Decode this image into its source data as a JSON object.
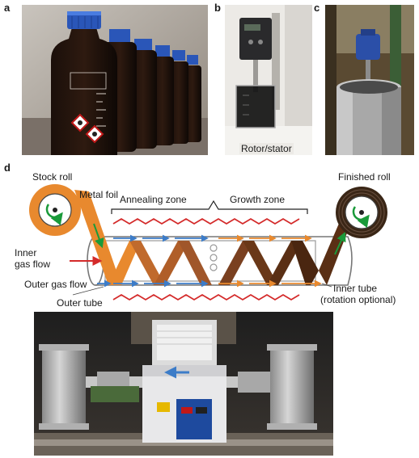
{
  "panels": {
    "a": {
      "label": "a"
    },
    "b": {
      "label": "b",
      "caption": "Rotor/stator"
    },
    "c": {
      "label": "c"
    },
    "d": {
      "label": "d",
      "labels": {
        "stock_roll": "Stock roll",
        "metal_foil": "Metal foil",
        "annealing_zone": "Annealing zone",
        "growth_zone": "Growth zone",
        "finished_roll": "Finished roll",
        "inner_gas_flow_1": "Inner",
        "inner_gas_flow_2": "gas flow",
        "outer_gas_flow": "Outer gas flow",
        "outer_tube": "Outer tube",
        "inner_tube_1": "Inner tube",
        "inner_tube_2": "(rotation optional)"
      }
    }
  },
  "colors": {
    "foil_orange": "#e8892e",
    "foil_brown": "#a0562a",
    "foil_dark": "#5a2f14",
    "gas_blue": "#3c7cc8",
    "heater_red": "#d42a2a",
    "roll_green": "#1a9a3a"
  }
}
